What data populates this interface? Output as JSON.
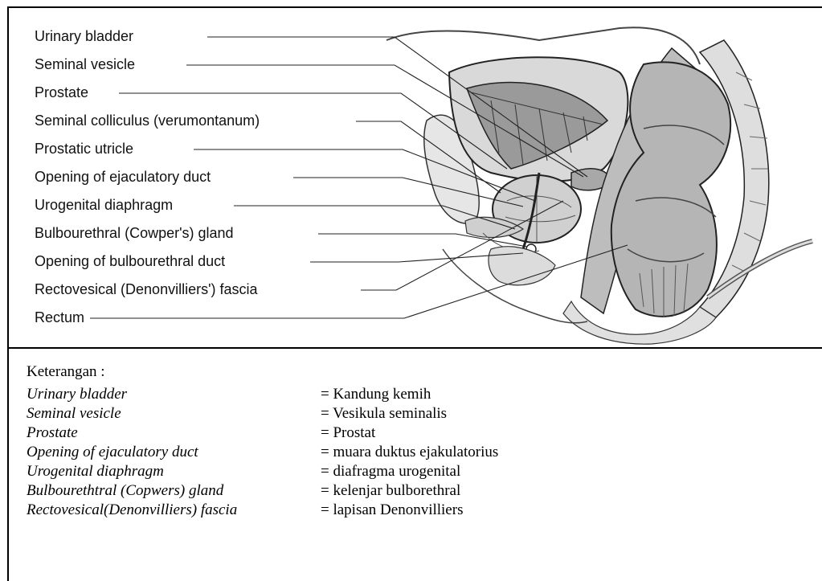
{
  "diagram": {
    "labels": [
      "Urinary bladder",
      "Seminal vesicle",
      "Prostate",
      "Seminal colliculus (verumontanum)",
      "Prostatic utricle",
      "Opening of ejaculatory duct",
      "Urogenital diaphragm",
      "Bulbourethral (Cowper's) gland",
      "Opening of bulbourethral duct",
      "Rectovesical (Denonvilliers') fascia",
      "Rectum"
    ]
  },
  "legend": {
    "title": "Keterangan :",
    "rows": [
      {
        "term": "Urinary bladder",
        "definition": "= Kandung kemih"
      },
      {
        "term": "Seminal vesicle",
        "definition": "= Vesikula seminalis"
      },
      {
        "term": "Prostate",
        "definition": "= Prostat"
      },
      {
        "term": "Opening of ejaculatory duct",
        "definition": "= muara duktus ejakulatorius"
      },
      {
        "term": "Urogenital diaphragm",
        "definition": "= diafragma urogenital"
      },
      {
        "term": "Bulbourethtral (Copwers) gland",
        "definition": "= kelenjar bulborethral"
      },
      {
        "term": "Rectovesical(Denonvilliers) fascia",
        "definition": "= lapisan Denonvilliers"
      }
    ]
  }
}
